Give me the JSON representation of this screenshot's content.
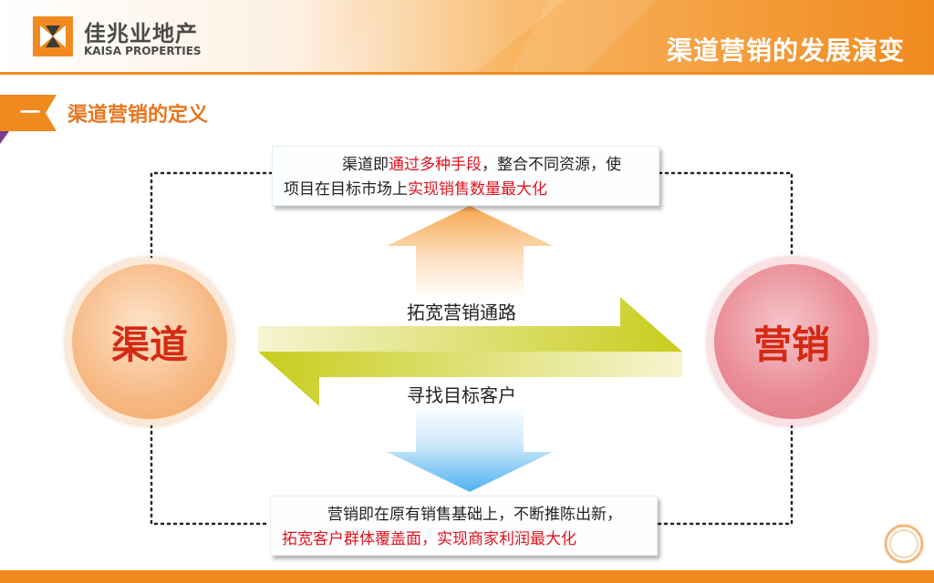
{
  "brand": {
    "cn": "佳兆业地产",
    "en": "KAISA PROPERTIES"
  },
  "header": {
    "title": "渠道营销的发展演变"
  },
  "section": {
    "number": "一",
    "title": "渠道营销的定义"
  },
  "top_box": {
    "parts": [
      "渠道即",
      "通过多种手段",
      "，整合不同资源，使",
      "项目在目标市场上",
      "实现销售数量最大化"
    ]
  },
  "bottom_box": {
    "parts": [
      "营销即在原有销售基础上，不断推陈出新，",
      "拓宽客户群体覆盖面，实现商家利润最大化"
    ]
  },
  "nodes": {
    "left": "渠道",
    "right": "营销"
  },
  "flows": {
    "right_label": "拓宽营销通路",
    "left_label": "寻找目标客户"
  },
  "colors": {
    "accent": "#f08a1e",
    "highlight": "#e0141e",
    "circle_text": "#d42a14"
  }
}
